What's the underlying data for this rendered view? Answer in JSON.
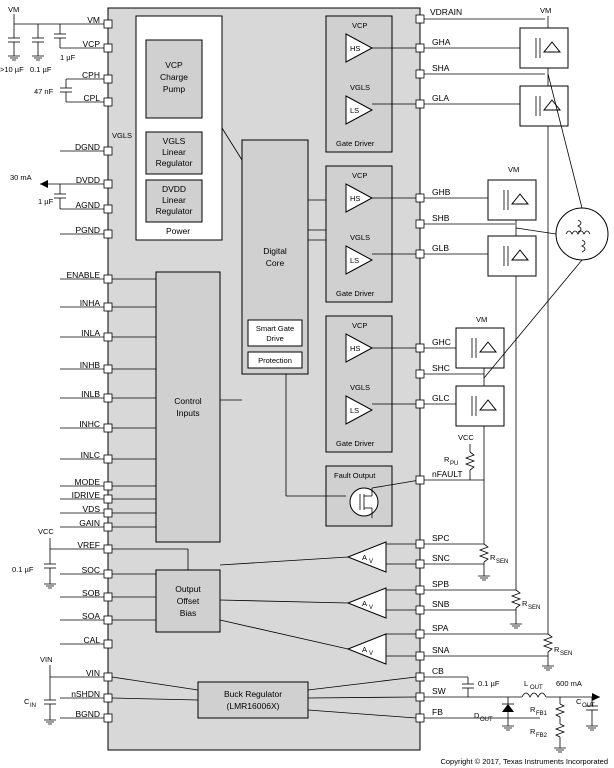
{
  "supply": {
    "vm_top": "VM",
    "cap_10uf": ">10 µF",
    "cap_01uf": "0.1 µF",
    "cap_1uf": "1 µF",
    "cap_47nf": "47 nF",
    "dvdd_current": "30 mA",
    "dvdd_cap": "1 µF",
    "vgls_label": "VGLS",
    "vcc_vref": "VCC",
    "vref_cap": "0.1 µF",
    "vin": "VIN",
    "cin": "C",
    "cin_sub": "IN"
  },
  "left_pins": [
    "VM",
    "VCP",
    "CPH",
    "CPL",
    "DGND",
    "DVDD",
    "AGND",
    "PGND",
    "ENABLE",
    "INHA",
    "INLA",
    "INHB",
    "INLB",
    "INHC",
    "INLC",
    "MODE",
    "IDRIVE",
    "VDS",
    "GAIN",
    "VREF",
    "SOC",
    "SOB",
    "SOA",
    "CAL",
    "VIN",
    "nSHDN",
    "BGND"
  ],
  "right_pins": [
    "VDRAIN",
    "GHA",
    "SHA",
    "GLA",
    "GHB",
    "SHB",
    "GLB",
    "GHC",
    "SHC",
    "GLC",
    "nFAULT",
    "SPC",
    "SNC",
    "SPB",
    "SNB",
    "SPA",
    "SNA",
    "CB",
    "SW",
    "FB"
  ],
  "blocks": {
    "power": "Power",
    "vcp_pump": [
      "VCP",
      "Charge",
      "Pump"
    ],
    "vgls_reg": [
      "VGLS",
      "Linear",
      "Regulator"
    ],
    "dvdd_reg": [
      "DVDD",
      "Linear",
      "Regulator"
    ],
    "digital_core": [
      "Digital",
      "Core"
    ],
    "smart_gate": [
      "Smart Gate",
      "Drive"
    ],
    "protection": "Protection",
    "control_inputs": [
      "Control",
      "Inputs"
    ],
    "offset_bias": [
      "Output",
      "Offset",
      "Bias"
    ],
    "buck": [
      "Buck Regulator",
      "(LMR16006X)"
    ],
    "fault_output": "Fault Output",
    "gate_driver": "Gate Driver",
    "hs": "HS",
    "ls": "LS",
    "vcp": "VCP",
    "vgls": "VGLS",
    "amp": "A",
    "amp_sub": "V"
  },
  "external": {
    "vm_bridge": "VM",
    "vcc_pullup": "VCC",
    "rpu": "R",
    "rpu_sub": "PU",
    "rsen": "R",
    "rsen_sub": "SEN",
    "cb_cap": "0.1 µF",
    "lout": "L",
    "lout_sub": "OUT",
    "out_current": "600 mA",
    "dout": "D",
    "dout_sub": "OUT",
    "rfb1": "R",
    "rfb1_sub": "FB1",
    "rfb2": "R",
    "rfb2_sub": "FB2",
    "cout": "C",
    "cout_sub": "OUT"
  },
  "copyright": "Copyright © 2017, Texas Instruments Incorporated"
}
